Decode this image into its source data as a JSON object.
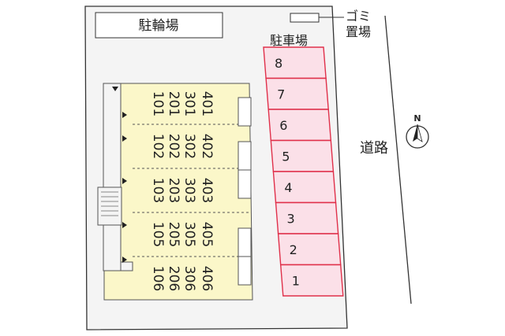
{
  "bicycle_parking": "駐輪場",
  "garbage": {
    "line1": "ゴミ",
    "line2": "置場"
  },
  "car_parking": {
    "title": "駐車場",
    "spaces": [
      "8",
      "7",
      "6",
      "5",
      "4",
      "3",
      "2",
      "1"
    ]
  },
  "road": "道路",
  "north": "N",
  "units": [
    [
      "401",
      "301",
      "201",
      "101"
    ],
    [
      "402",
      "302",
      "202",
      "102"
    ],
    [
      "403",
      "303",
      "203",
      "103"
    ],
    [
      "405",
      "305",
      "205",
      "105"
    ],
    [
      "406",
      "306",
      "206",
      "106"
    ]
  ],
  "colors": {
    "building": "#fbf7c9",
    "parking": "#fbe0e8",
    "parking_border": "#e0304a",
    "lot": "#f4f4f4"
  }
}
